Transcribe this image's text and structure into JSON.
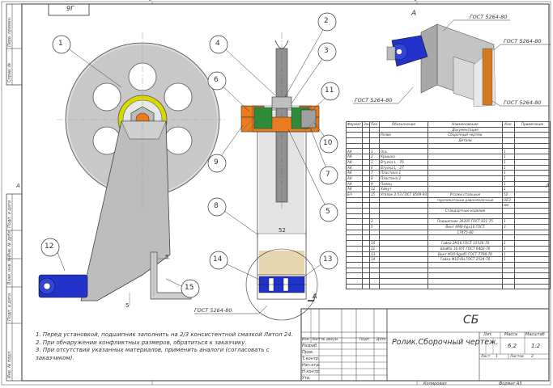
{
  "sheet": {
    "format_box": "9Г",
    "zone_top": [
      "3",
      "2"
    ],
    "zone_left": "A",
    "zone_right": "A",
    "copied": "Копировал",
    "format": "Формат A3",
    "view_label": "A",
    "section_label": "A"
  },
  "callouts": [
    "1",
    "2",
    "3",
    "4",
    "5",
    "6",
    "7",
    "8",
    "9",
    "10",
    "11",
    "12",
    "13",
    "14",
    "15"
  ],
  "dimensions": {
    "d52": "52",
    "d5a": "5",
    "d5b": "5"
  },
  "weld_marks": {
    "w1": "ГОСТ 5264-80",
    "w2": "ГОСТ 5264-80",
    "w3": "ГОСТ 5264-80",
    "w4": "ГОСТ 5264-80",
    "w5": "ГОСТ 5264-80"
  },
  "left_strip": {
    "perv": "Перв. примен.",
    "sprav": "Справ. №",
    "podp1": "Подп. и дата",
    "inv_dubl": "Инв. № дубл.",
    "vzam": "Взам. инв. №",
    "podp2": "Подп. и дата",
    "inv_podl": "Инв. № подл."
  },
  "notes": [
    "1. Перед установкой, подшипник заполнить на 2/3 консистентной смазкой Литол 24.",
    "2. При обнаружении конфликтных размеров, обратиться к заказчику.",
    "3. При отсутствии указанных материалов, применить аналоги (согласовать с",
    "заказчиком)."
  ],
  "spec": {
    "headers": [
      "Формат",
      "Зона",
      "Поз.",
      "Обозначение",
      "Наименование",
      "Кол.",
      "Примечание"
    ],
    "rows": [
      [
        "",
        "",
        "",
        "",
        "Документация",
        "",
        ""
      ],
      [
        "",
        "",
        "",
        "Ролик",
        "Сборочный чертеж",
        "",
        ""
      ],
      [
        "",
        "",
        "",
        "",
        "Детали",
        "",
        ""
      ],
      [
        "",
        "",
        "",
        "",
        "",
        "",
        ""
      ],
      [
        "A4",
        "",
        "1",
        "Ось",
        "",
        "1",
        ""
      ],
      [
        "A4",
        "",
        "2",
        "Крышка",
        "",
        "1",
        ""
      ],
      [
        "A4",
        "",
        "3",
        "Втулка L - 76",
        "",
        "1",
        ""
      ],
      [
        "A4",
        "",
        "6",
        "Втулка L - 27",
        "",
        "1",
        ""
      ],
      [
        "A4",
        "",
        "7",
        "Пластина 1",
        "",
        "1",
        ""
      ],
      [
        "A4",
        "",
        "8",
        "Пластина 2",
        "",
        "1",
        ""
      ],
      [
        "A4",
        "",
        "9",
        "Палец",
        "",
        "1",
        ""
      ],
      [
        "A4",
        "",
        "12",
        "Хомут",
        "",
        "1",
        ""
      ],
      [
        "БЧ",
        "",
        "15",
        "Уголок 3-53 ГОСТ 8509-93",
        "Уголки стальные",
        "52",
        ""
      ],
      [
        "",
        "",
        "",
        "",
        "горячекатаные равнополочные",
        "ОБЗ",
        ""
      ],
      [
        "",
        "",
        "",
        "",
        "",
        "мм",
        ""
      ],
      [
        "",
        "",
        "",
        "",
        "Стандартные изделия",
        "",
        ""
      ],
      [
        "",
        "",
        "",
        "",
        "",
        "",
        ""
      ],
      [
        "",
        "",
        "3",
        "",
        "Подшипник 36205 ГОСТ 831-75",
        "1",
        ""
      ],
      [
        "",
        "",
        "5",
        "",
        "Винт КМ6-6gx16 ГОСТ",
        "3",
        ""
      ],
      [
        "",
        "",
        "",
        "",
        "17475-80",
        "",
        ""
      ],
      [
        "",
        "",
        "",
        "",
        "",
        "",
        ""
      ],
      [
        "",
        "",
        "10",
        "",
        "Гайка 2М16 ГОСТ 15526-70",
        "1",
        ""
      ],
      [
        "",
        "",
        "11",
        "",
        "Шайба 16 65Г ГОСТ 6402-70",
        "1",
        ""
      ],
      [
        "",
        "",
        "13",
        "",
        "Винт М10-6gx45 ГОСТ 7798-70",
        "1",
        ""
      ],
      [
        "",
        "",
        "14",
        "",
        "Гайка М10-6Н ГОСТ 2524-70",
        "1",
        ""
      ],
      [
        "",
        "",
        "",
        "",
        "",
        "",
        ""
      ],
      [
        "",
        "",
        "",
        "",
        "",
        "",
        ""
      ],
      [
        "",
        "",
        "",
        "",
        "",
        "",
        ""
      ],
      [
        "",
        "",
        "",
        "",
        "",
        "",
        ""
      ],
      [
        "",
        "",
        "",
        "",
        "",
        "",
        ""
      ]
    ]
  },
  "title_block": {
    "code": "СБ",
    "name": "Ролик.Сборочный чертеж.",
    "lit_label": "Лит.",
    "mass_label": "Масса",
    "scale_label": "Масштаб",
    "mass": "6,2",
    "scale": "1:2",
    "sheet_label": "Лист",
    "sheet_no": "1",
    "sheets_label": "Листов",
    "sheets_no": "2",
    "row_labels": [
      "Изм.",
      "Лист",
      "№ докум.",
      "Подп.",
      "Дата"
    ],
    "roles": [
      "Разраб.",
      "Пров.",
      "Т.контр.",
      "Нач.отд.",
      "Н.контр.",
      "Утв."
    ]
  }
}
